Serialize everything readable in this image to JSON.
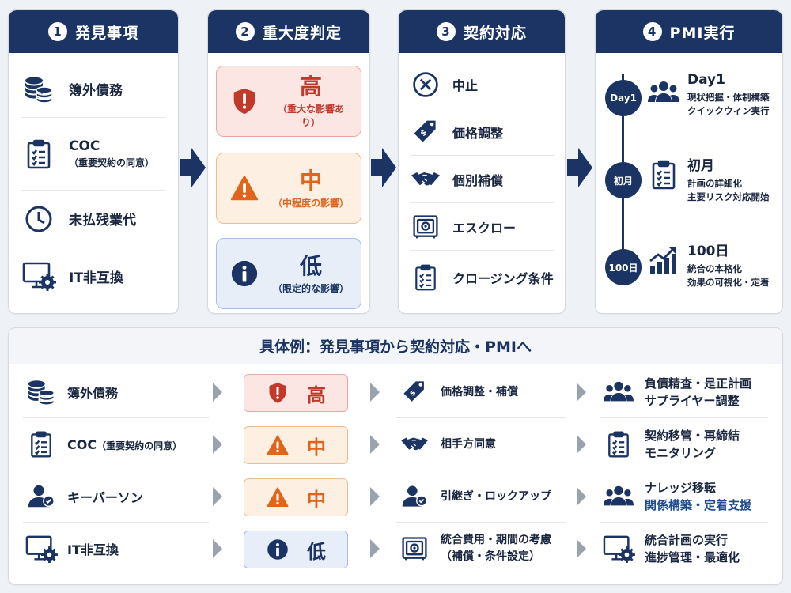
{
  "columns": [
    {
      "num": "1",
      "title": "発見事項"
    },
    {
      "num": "2",
      "title": "重大度判定"
    },
    {
      "num": "3",
      "title": "契約対応"
    },
    {
      "num": "4",
      "title": "PMI実行"
    }
  ],
  "findings": [
    {
      "label": "簿外債務",
      "sub": "",
      "icon": "coins-icon"
    },
    {
      "label": "COC",
      "sub": "（重要契約の同意）",
      "icon": "clipboard-icon"
    },
    {
      "label": "未払残業代",
      "sub": "",
      "icon": "clock-icon"
    },
    {
      "label": "IT非互換",
      "sub": "",
      "icon": "monitor-gear-icon"
    }
  ],
  "severity": [
    {
      "level": "高",
      "desc": "（重大な影響あり）",
      "icon": "shield-alert-icon",
      "color": "#c0392b"
    },
    {
      "level": "中",
      "desc": "（中程度の影響）",
      "icon": "warning-triangle-icon",
      "color": "#e0651a"
    },
    {
      "level": "低",
      "desc": "（限定的な影響）",
      "icon": "info-icon",
      "color": "#1b3463"
    }
  ],
  "contract": [
    {
      "label": "中止",
      "icon": "x-circle-icon"
    },
    {
      "label": "価格調整",
      "icon": "price-tag-icon"
    },
    {
      "label": "個別補償",
      "icon": "handshake-icon"
    },
    {
      "label": "エスクロー",
      "icon": "safe-icon"
    },
    {
      "label": "クロージング条件",
      "icon": "checklist-icon"
    }
  ],
  "pmi": [
    {
      "badge": "Day1",
      "title": "Day1",
      "lines": [
        "現状把握・体制構築",
        "クイックウィン実行"
      ],
      "icon": "team-icon"
    },
    {
      "badge": "初月",
      "title": "初月",
      "lines": [
        "計画の詳細化",
        "主要リスク対応開始"
      ],
      "icon": "clipboard-icon"
    },
    {
      "badge": "100日",
      "title": "100日",
      "lines": [
        "統合の本格化",
        "効果の可視化・定着"
      ],
      "icon": "growth-chart-icon"
    }
  ],
  "examples": {
    "title": "具体例：発見事項から契約対応・PMIへ",
    "rows": [
      {
        "finding": "簿外債務",
        "finding_sub": "",
        "finding_icon": "coins-icon",
        "severity": "高",
        "sev_icon": "shield-alert-icon",
        "contract": [
          "価格調整・補償"
        ],
        "contract_icon": "price-tag-icon",
        "pmi": [
          "負債精査・是正計画",
          "サプライヤー調整"
        ],
        "pmi_icon": "team-icon"
      },
      {
        "finding": "COC",
        "finding_sub": "（重要契約の同意）",
        "finding_icon": "clipboard-icon",
        "severity": "中",
        "sev_icon": "warning-triangle-icon",
        "contract": [
          "相手方同意"
        ],
        "contract_icon": "handshake-icon",
        "pmi": [
          "契約移管・再締結",
          "モニタリング"
        ],
        "pmi_icon": "clipboard-icon"
      },
      {
        "finding": "キーパーソン",
        "finding_sub": "",
        "finding_icon": "person-icon",
        "severity": "中",
        "sev_icon": "warning-triangle-icon",
        "contract": [
          "引継ぎ・ロックアップ"
        ],
        "contract_icon": "person-icon",
        "pmi": [
          "ナレッジ移転",
          "関係構築・定着支援"
        ],
        "pmi_icon": "team-icon"
      },
      {
        "finding": "IT非互換",
        "finding_sub": "",
        "finding_icon": "monitor-gear-icon",
        "severity": "低",
        "sev_icon": "info-icon",
        "contract": [
          "統合費用・期間の考慮",
          "（補償・条件設定）"
        ],
        "contract_icon": "safe-icon",
        "pmi": [
          "統合計画の実行",
          "進捗管理・最適化"
        ],
        "pmi_icon": "monitor-gear-icon"
      }
    ]
  },
  "colors": {
    "navy": "#1b3463",
    "high": "#c0392b",
    "mid": "#e0651a",
    "low": "#1b3463"
  }
}
